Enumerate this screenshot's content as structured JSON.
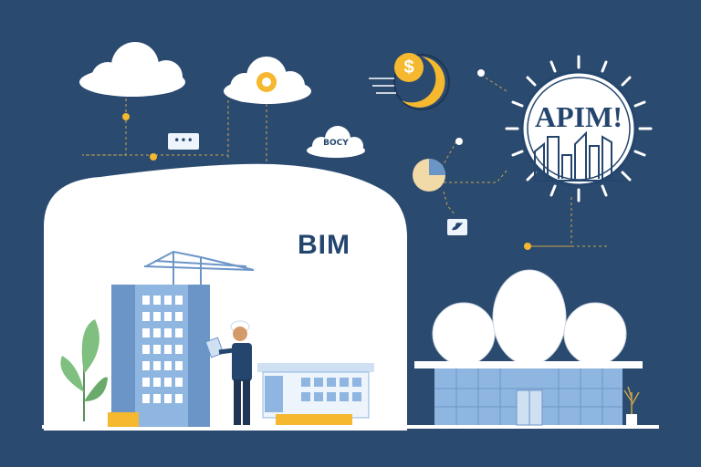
{
  "bim": {
    "label": "BIM"
  },
  "apim": {
    "label": "APIM!"
  },
  "cloud_badge": {
    "label": "BOCY"
  },
  "chat_bubble": {
    "text": "•••"
  },
  "coin": {
    "symbol": "$"
  },
  "colors": {
    "background": "#2b4a6f",
    "navy_text": "#24466e",
    "cloud": "#ffffff",
    "accent_yellow": "#f5b82e",
    "building_blue": "#8fb6e0",
    "plant_green": "#7fbf7f"
  },
  "icons": [
    "cloud-icon",
    "sun-cloud-icon",
    "coin-moon-icon",
    "pie-chart-icon",
    "twitter-icon",
    "chat-icon",
    "tower-crane-icon",
    "worker-icon",
    "skyline-icon"
  ]
}
